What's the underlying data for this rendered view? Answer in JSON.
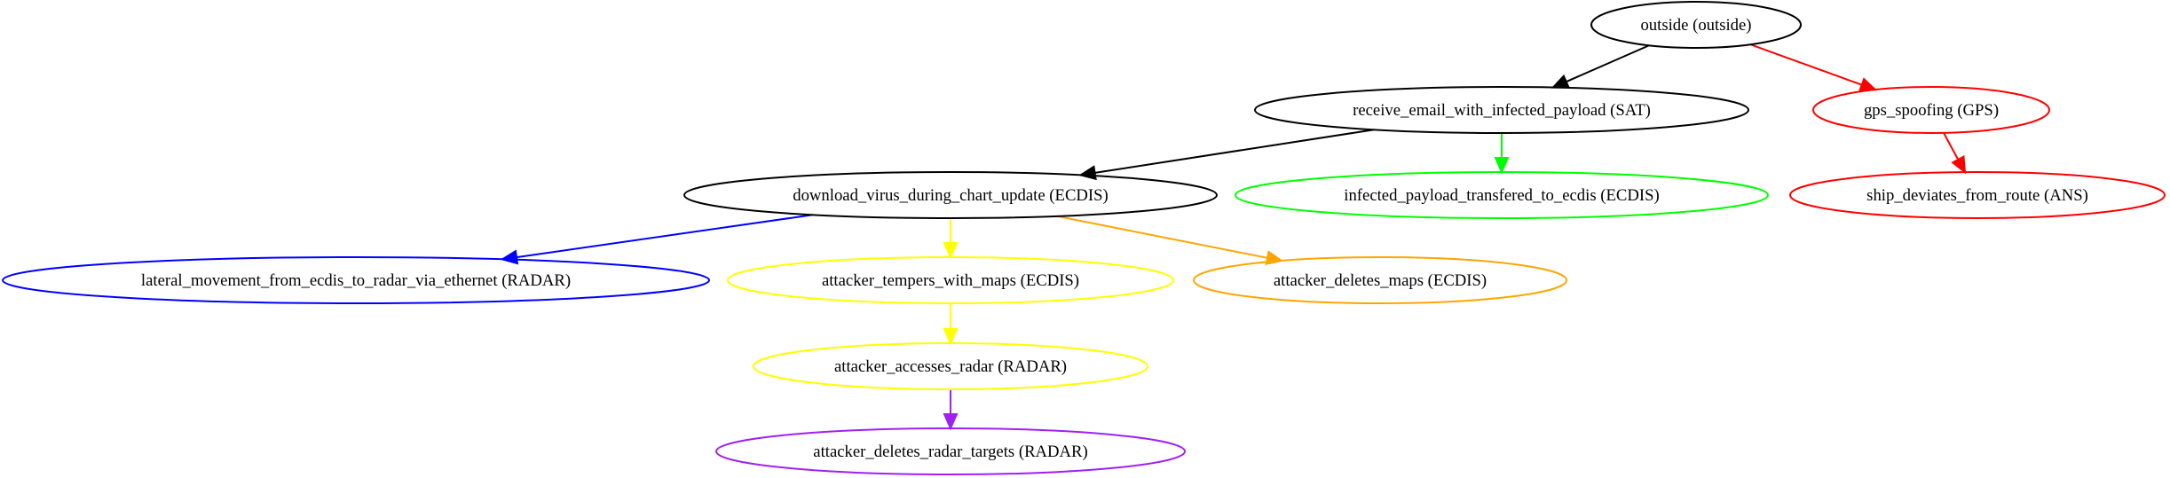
{
  "nodes": [
    {
      "id": "outside",
      "label": "outside (outside)",
      "color": "#000000"
    },
    {
      "id": "receive_email",
      "label": "receive_email_with_infected_payload (SAT)",
      "color": "#000000"
    },
    {
      "id": "gps_spoofing",
      "label": "gps_spoofing (GPS)",
      "color": "#ff0000"
    },
    {
      "id": "download_virus",
      "label": "download_virus_during_chart_update (ECDIS)",
      "color": "#000000"
    },
    {
      "id": "infected_payload",
      "label": "infected_payload_transfered_to_ecdis (ECDIS)",
      "color": "#00ff00"
    },
    {
      "id": "ship_deviates",
      "label": "ship_deviates_from_route (ANS)",
      "color": "#ff0000"
    },
    {
      "id": "lateral_movement",
      "label": "lateral_movement_from_ecdis_to_radar_via_ethernet (RADAR)",
      "color": "#0000ff"
    },
    {
      "id": "tempers_maps",
      "label": "attacker_tempers_with_maps (ECDIS)",
      "color": "#ffff00"
    },
    {
      "id": "deletes_maps",
      "label": "attacker_deletes_maps (ECDIS)",
      "color": "#ffa500"
    },
    {
      "id": "accesses_radar",
      "label": "attacker_accesses_radar (RADAR)",
      "color": "#ffff00"
    },
    {
      "id": "deletes_radar_targets",
      "label": "attacker_deletes_radar_targets (RADAR)",
      "color": "#a020f0"
    }
  ],
  "edges": [
    {
      "from": "outside",
      "to": "receive_email",
      "color": "#000000"
    },
    {
      "from": "outside",
      "to": "gps_spoofing",
      "color": "#ff0000"
    },
    {
      "from": "receive_email",
      "to": "download_virus",
      "color": "#000000"
    },
    {
      "from": "receive_email",
      "to": "infected_payload",
      "color": "#00ff00"
    },
    {
      "from": "gps_spoofing",
      "to": "ship_deviates",
      "color": "#ff0000"
    },
    {
      "from": "download_virus",
      "to": "lateral_movement",
      "color": "#0000ff"
    },
    {
      "from": "download_virus",
      "to": "tempers_maps",
      "color": "#ffff00"
    },
    {
      "from": "download_virus",
      "to": "deletes_maps",
      "color": "#ffa500"
    },
    {
      "from": "tempers_maps",
      "to": "accesses_radar",
      "color": "#ffff00"
    },
    {
      "from": "accesses_radar",
      "to": "deletes_radar_targets",
      "color": "#a020f0"
    }
  ]
}
